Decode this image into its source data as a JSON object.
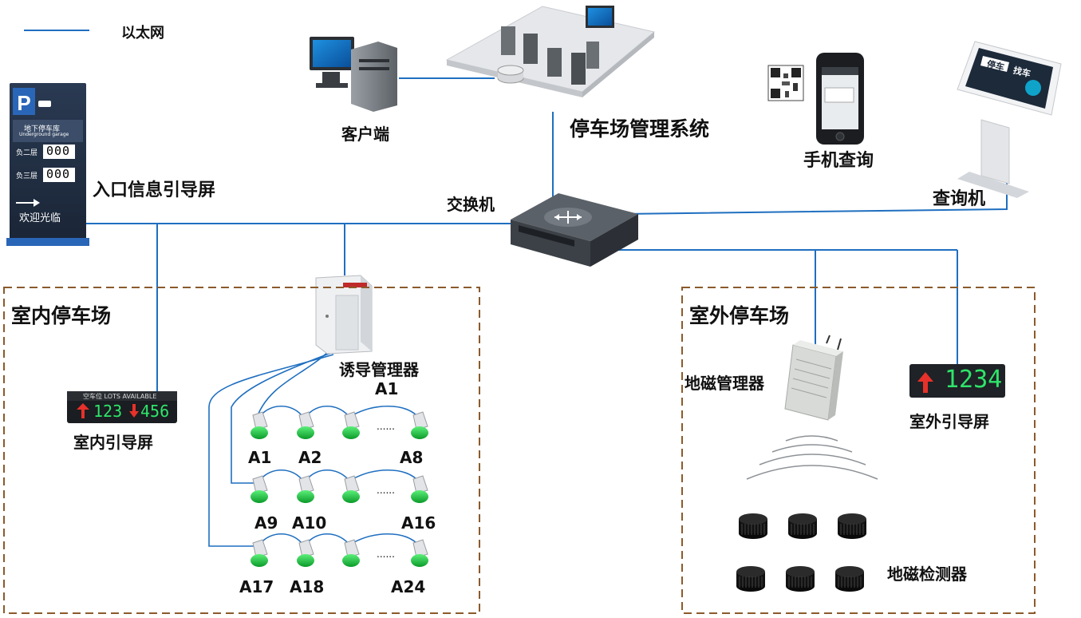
{
  "legend": {
    "ethernet_label": "以太网",
    "line_color": "#1F6FC0"
  },
  "nodes": {
    "client": "客户端",
    "management_system": "停车场管理系统",
    "mobile_query": "手机查询",
    "kiosk": "查询机",
    "entrance_screen": "入口信息引导屏",
    "switch": "交换机",
    "guidance_manager": "诱导管理器",
    "guidance_manager_id": "A1",
    "indoor_screen": "室内引导屏",
    "outdoor_screen": "室外引导屏",
    "geomag_manager": "地磁管理器",
    "geomag_detector": "地磁检测器"
  },
  "zones": {
    "indoor": "室内停车场",
    "outdoor": "室外停车场"
  },
  "entrance_sign": {
    "title_cn": "地下停车库",
    "title_en": "Underground garage",
    "floors": [
      {
        "label": "负二层",
        "value": "000"
      },
      {
        "label": "负三层",
        "value": "000"
      }
    ],
    "welcome": "欢迎光临"
  },
  "indoor_display": {
    "header": "空车位 LOTS AVAILABLE",
    "left_value": "123",
    "right_value": "456"
  },
  "outdoor_display": {
    "value": "1234"
  },
  "kiosk_screen": {
    "line1": "停车",
    "line2": "找车"
  },
  "sensors": {
    "rows": [
      {
        "labels": [
          "A1",
          "A2",
          "A8"
        ]
      },
      {
        "labels": [
          "A9",
          "A10",
          "A16"
        ]
      },
      {
        "labels": [
          "A17",
          "A18",
          "A24"
        ]
      }
    ],
    "ellipsis": "......"
  },
  "colors": {
    "zone_border": "#8B5A2B",
    "sensor_green": "#18C23A",
    "display_green": "#2EE56A",
    "display_red": "#E8312A"
  }
}
